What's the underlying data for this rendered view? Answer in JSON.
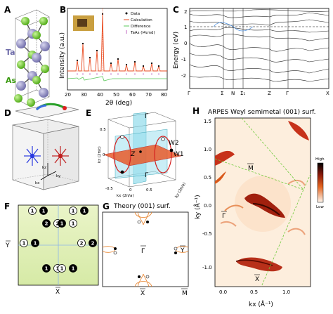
{
  "panels": {
    "A": {
      "letter": "A",
      "atoms": {
        "ta": "Ta",
        "as": "As"
      }
    },
    "B": {
      "letter": "B",
      "xlabel": "2θ (deg)",
      "ylabel": "Intensity (a.u.)",
      "xticks": [
        "20",
        "30",
        "40",
        "50",
        "60",
        "70",
        "80"
      ],
      "legend": [
        "Data",
        "Calculation",
        "Difference",
        "TaAs (I4₁md)"
      ]
    },
    "C": {
      "letter": "C",
      "ylabel": "Energy (eV)",
      "yticks": [
        "2",
        "1",
        "0",
        "-1",
        "-2"
      ],
      "kpoints": [
        "Γ",
        "Σ",
        "N",
        "Σ₁",
        "Z",
        "Γ",
        "X"
      ]
    },
    "D": {
      "letter": "D",
      "axes": [
        "kz",
        "ky",
        "kx"
      ]
    },
    "E": {
      "letter": "E",
      "labels": {
        "gamma_top": "Γ",
        "gamma_bottom": "Γ",
        "w1": "W1",
        "w2": "W2",
        "z": "Z"
      },
      "zlabel": "kz (2π/c)",
      "xlabel": "kx (2π/a)",
      "ylabel": "ky (2π/a)",
      "ticks": [
        "0.5",
        "0",
        "-0.5",
        "0",
        "0.5"
      ]
    },
    "F": {
      "letter": "F",
      "label_y": "Y",
      "label_x": "X",
      "points": [
        {
          "n": "1",
          "filled": false
        },
        {
          "n": "1",
          "filled": true
        },
        {
          "n": "1",
          "filled": false
        },
        {
          "n": "1",
          "filled": true
        },
        {
          "n": "2",
          "filled": true
        },
        {
          "n": "2",
          "filled": false
        },
        {
          "n": "1",
          "filled": true
        },
        {
          "n": "1",
          "filled": false
        },
        {
          "n": "1",
          "filled": false
        },
        {
          "n": "1",
          "filled": true
        },
        {
          "n": "2",
          "filled": false
        },
        {
          "n": "2",
          "filled": true
        },
        {
          "n": "1",
          "filled": true
        },
        {
          "n": "1",
          "filled": false
        },
        {
          "n": "1",
          "filled": false
        },
        {
          "n": "1",
          "filled": true
        }
      ]
    },
    "G": {
      "letter": "G",
      "title": "Theory (001) surf.",
      "labels": {
        "gamma": "Γ",
        "y": "Y",
        "x": "X",
        "m": "M"
      }
    },
    "H": {
      "letter": "H",
      "title": "ARPES Weyl semimetal (001) surf.",
      "labels": {
        "m": "M",
        "gamma": "Γ",
        "x": "X"
      },
      "colorbar": {
        "high": "High",
        "low": "Low"
      },
      "ylabel": "ky (Å⁻¹)",
      "xlabel": "kx (Å⁻¹)",
      "yticks": [
        "1.5",
        "1.0",
        "0.5",
        "0.0",
        "-0.5",
        "-1.0"
      ],
      "xticks": [
        "0.0",
        "0.5",
        "1.0"
      ],
      "accent": "#d9581a"
    }
  }
}
